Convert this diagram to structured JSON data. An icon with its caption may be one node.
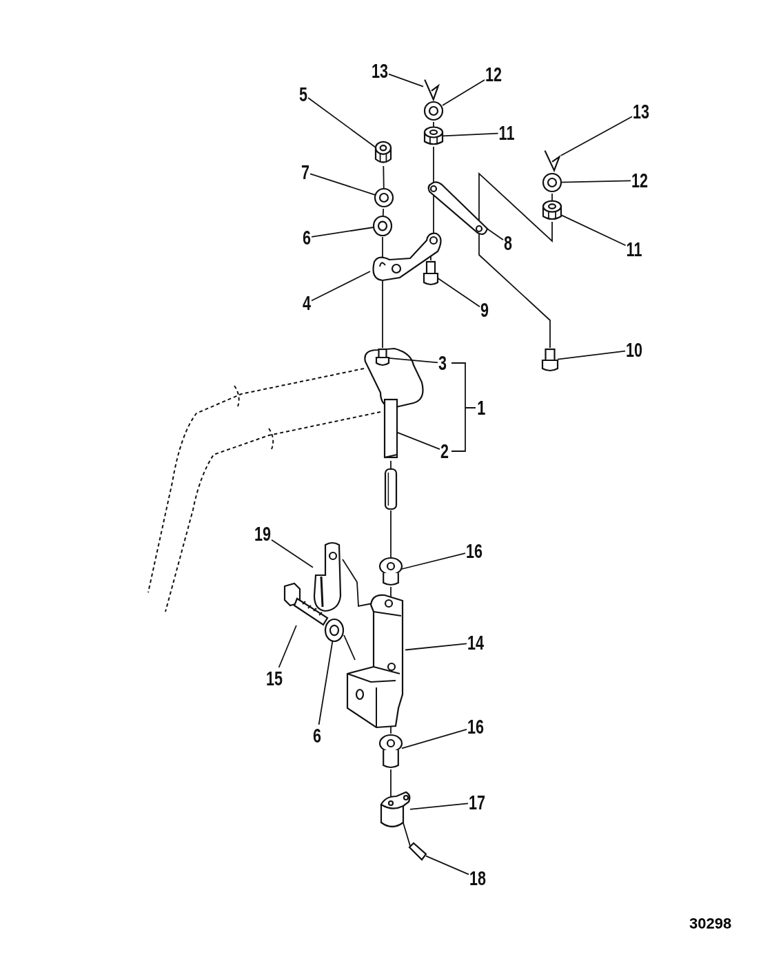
{
  "diagram": {
    "nodes": [
      {
        "text": [
          "13"
        ]
      },
      {
        "text": [],
        "shape": "picture"
      },
      {
        "text": [
          "12"
        ]
      },
      {
        "text": [],
        "shape": "picture"
      },
      {
        "text": [
          "5"
        ]
      },
      {
        "text": [],
        "shape": "picture"
      },
      {
        "text": [
          "11"
        ]
      },
      {
        "text": [],
        "shape": "picture"
      },
      {
        "text": [
          "13"
        ]
      },
      {
        "text": [],
        "shape": "picture"
      },
      {
        "text": [
          "7"
        ]
      },
      {
        "text": [],
        "shape": "picture"
      },
      {
        "text": [
          "12"
        ]
      },
      {
        "text": [],
        "shape": "picture"
      },
      {
        "text": [
          "6"
        ]
      },
      {
        "text": [],
        "shape": "picture"
      },
      {
        "text": [
          "8"
        ]
      },
      {
        "text": [],
        "shape": "picture"
      },
      {
        "text": [
          "11"
        ]
      },
      {
        "text": [],
        "shape": "picture"
      },
      {
        "text": [
          "4"
        ]
      },
      {
        "text": [],
        "shape": "picture"
      },
      {
        "text": [
          "9"
        ]
      },
      {
        "text": [],
        "shape": "picture"
      },
      {
        "text": [
          "10"
        ]
      },
      {
        "text": [],
        "shape": "picture"
      },
      {
        "text": [
          "3"
        ]
      },
      {
        "text": [],
        "shape": "picture"
      },
      {
        "text": [
          "2"
        ]
      },
      {
        "text": [],
        "shape": "picture"
      },
      {
        "text": [
          "19"
        ]
      },
      {
        "text": [],
        "shape": "picture"
      },
      {
        "text": [
          "16"
        ]
      },
      {
        "text": [],
        "shape": "picture"
      },
      {
        "text": [
          "14"
        ]
      },
      {
        "text": [],
        "shape": "picture"
      },
      {
        "text": [
          "15"
        ]
      },
      {
        "text": [],
        "shape": "picture"
      },
      {
        "text": [
          "6"
        ]
      },
      {
        "text": [],
        "shape": "picture"
      },
      {
        "text": [
          "16"
        ]
      },
      {
        "text": [],
        "shape": "picture"
      },
      {
        "text": [
          "17"
        ]
      },
      {
        "text": [],
        "shape": "picture"
      },
      {
        "text": [
          "18"
        ]
      },
      {
        "text": [],
        "shape": "picture"
      },
      {
        "text": [],
        "shape": "picture"
      }
    ],
    "edges": [
      {
        "from": 0,
        "to": 1,
        "arrow": "none"
      },
      {
        "from": 2,
        "to": 3,
        "arrow": "none"
      },
      {
        "from": 4,
        "to": 5,
        "arrow": "none"
      },
      {
        "from": 6,
        "to": 7,
        "arrow": "none"
      },
      {
        "from": 8,
        "to": 9,
        "arrow": "none"
      },
      {
        "from": 10,
        "to": 11,
        "arrow": "none"
      },
      {
        "from": 12,
        "to": 13,
        "arrow": "none"
      },
      {
        "from": 14,
        "to": 15,
        "arrow": "none"
      },
      {
        "from": 16,
        "to": 17,
        "arrow": "none"
      },
      {
        "from": 18,
        "to": 19,
        "arrow": "none"
      },
      {
        "from": 20,
        "to": 21,
        "arrow": "none"
      },
      {
        "from": 22,
        "to": 23,
        "arrow": "none"
      },
      {
        "from": 24,
        "to": 25,
        "arrow": "none"
      },
      {
        "from": 26,
        "to": 27,
        "arrow": "none"
      },
      {
        "from": 28,
        "to": 29,
        "arrow": "none"
      },
      {
        "from": 30,
        "to": 31,
        "arrow": "none"
      },
      {
        "from": 32,
        "to": 33,
        "arrow": "none"
      },
      {
        "from": 34,
        "to": 35,
        "arrow": "none"
      },
      {
        "from": 36,
        "to": 37,
        "arrow": "none"
      },
      {
        "from": 38,
        "to": 39,
        "arrow": "none"
      },
      {
        "from": 40,
        "to": 41,
        "arrow": "none"
      },
      {
        "from": 42,
        "to": 43,
        "arrow": "none"
      },
      {
        "from": 44,
        "to": 45,
        "arrow": "none"
      },
      {
        "from": 3,
        "to": 7,
        "arrow": "none"
      },
      {
        "from": 7,
        "to": 17,
        "arrow": "none"
      },
      {
        "from": 17,
        "to": 21,
        "arrow": "none"
      },
      {
        "from": 21,
        "to": 23,
        "arrow": "none"
      },
      {
        "from": 5,
        "to": 11,
        "arrow": "none"
      },
      {
        "from": 11,
        "to": 15,
        "arrow": "none"
      },
      {
        "from": 15,
        "to": 21,
        "arrow": "none"
      },
      {
        "from": 21,
        "to": 27,
        "arrow": "none"
      },
      {
        "from": 13,
        "to": 19,
        "arrow": "none"
      },
      {
        "from": 17,
        "to": 19,
        "arrow": "none"
      },
      {
        "from": 17,
        "to": 25,
        "arrow": "none"
      },
      {
        "from": 29,
        "to": 46,
        "arrow": "none"
      },
      {
        "from": 46,
        "to": 33,
        "arrow": "none"
      },
      {
        "from": 33,
        "to": 35,
        "arrow": "none"
      },
      {
        "from": 35,
        "to": 41,
        "arrow": "none"
      },
      {
        "from": 41,
        "to": 43,
        "arrow": "none"
      },
      {
        "from": 43,
        "to": 45,
        "arrow": "none"
      },
      {
        "from": 31,
        "to": 35,
        "arrow": "none"
      },
      {
        "from": 39,
        "to": 35,
        "arrow": "none"
      }
    ],
    "labels": [
      "1",
      "30298"
    ]
  }
}
